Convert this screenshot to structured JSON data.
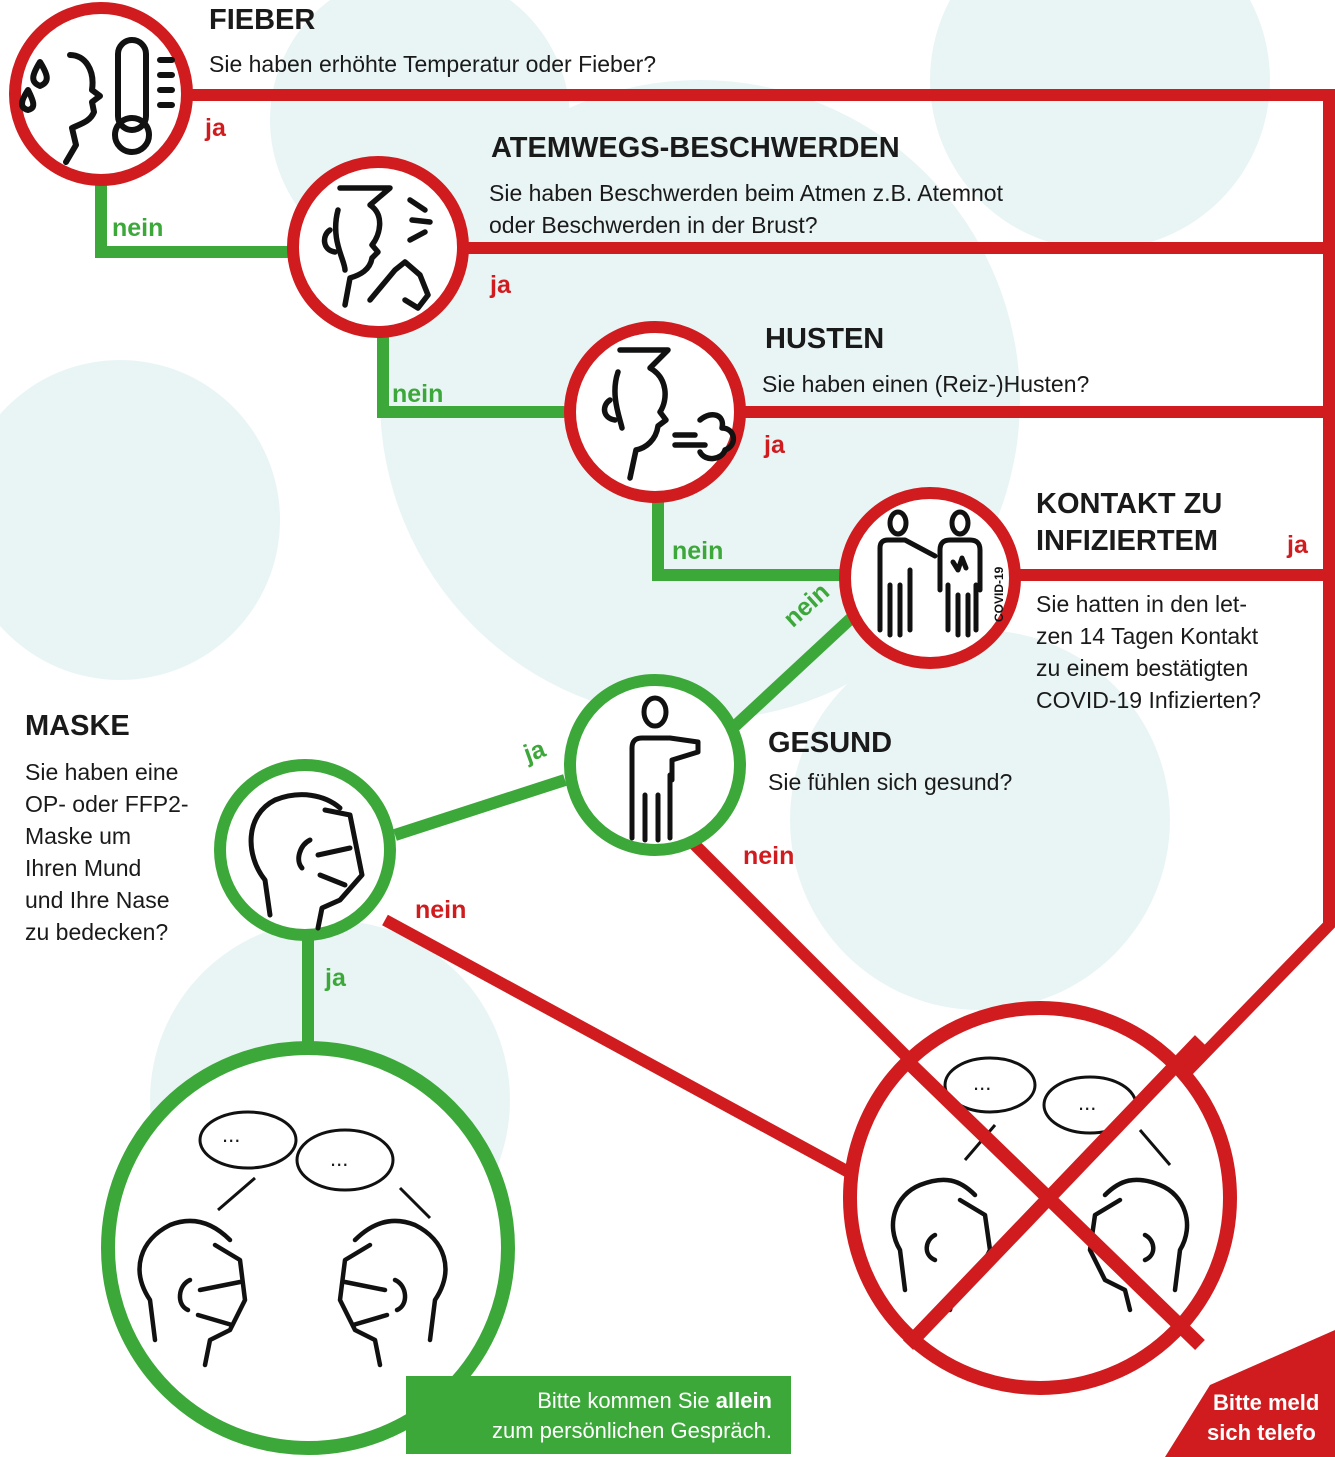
{
  "colors": {
    "red": "#d01c1f",
    "green": "#3da83a",
    "dark": "#1a1a1a"
  },
  "fieber": {
    "title": "FIEBER",
    "question": "Sie haben erhöhte Temperatur oder Fieber?",
    "icon": "fever-thermometer-icon"
  },
  "atemweg": {
    "title": "ATEMWEGS-BESCHWERDEN",
    "question_line1": "Sie haben Beschwerden beim Atmen z.B. Atemnot",
    "question_line2": "oder Beschwerden in der Brust?",
    "icon": "breathing-difficulty-icon"
  },
  "husten": {
    "title": "HUSTEN",
    "question": "Sie haben einen (Reiz-)Husten?",
    "icon": "cough-icon"
  },
  "kontakt": {
    "title_line1": "KONTAKT ZU",
    "title_line2": "INFIZIERTEM",
    "question_lines": [
      "Sie hatten in den let-",
      "zen 14 Tagen Kontakt",
      "zu einem bestätigten",
      "COVID-19 Infizierten?"
    ],
    "icon_label": "COVID-19",
    "icon": "contact-infected-icon"
  },
  "gesund": {
    "title": "GESUND",
    "question": "Sie fühlen sich gesund?",
    "icon": "healthy-person-icon"
  },
  "maske": {
    "title": "MASKE",
    "question_lines": [
      "Sie haben eine",
      "OP- oder FFP2-",
      "Maske um",
      "Ihren Mund",
      "und Ihre Nase",
      "zu bedecken?"
    ],
    "icon": "mask-face-icon"
  },
  "labels": {
    "ja": "ja",
    "nein": "nein"
  },
  "bubbles": {
    "dots": "..."
  },
  "result_ok": {
    "text_before": "Bitte kommen Sie ",
    "text_bold": "allein",
    "line2": "zum persönlichen Gespräch."
  },
  "result_no": {
    "line1": "Bitte meld",
    "line2": "sich telefo"
  }
}
